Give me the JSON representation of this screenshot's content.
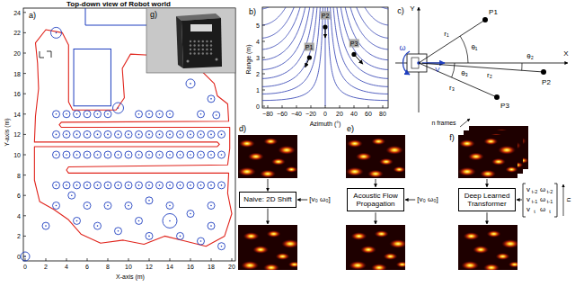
{
  "diagram": {
    "nodes": [
      {
        "text": [
          "Naive: 2D Shift"
        ]
      },
      {
        "text": [
          "Acoustic Flow Propagation"
        ]
      },
      {
        "text": [
          "Deep Learned Transformer"
        ]
      }
    ],
    "labels": [
      "Top-down view of Robot world",
      "a)",
      "g)",
      "0",
      "2",
      "4",
      "6",
      "8",
      "10",
      "12",
      "14",
      "16",
      "18",
      "20",
      "22",
      "24",
      "0",
      "2",
      "4",
      "6",
      "8",
      "10",
      "12",
      "14",
      "16",
      "18",
      "20",
      "Y-axis (m)",
      "X-axis (m)",
      "b)",
      "0",
      "1",
      "2",
      "3",
      "4",
      "5",
      "−80",
      "−60",
      "−40",
      "−20",
      "0",
      "20",
      "40",
      "60",
      "80",
      "Range (m)",
      "Azimuth (°)",
      "P1",
      "P2",
      "P3",
      "c)",
      "Y",
      "X",
      "ω",
      "V",
      "P1",
      "P2",
      "P3",
      "r₁",
      "r₂",
      "r₃",
      "θ₁",
      "θ₂",
      "θ₃",
      "d)",
      "e)",
      "f)",
      "[v₀ ω₀]",
      "[v₀ ω₀]",
      "n frames",
      "v",
      "t-2",
      "ω",
      "t-2",
      "v",
      "t-1",
      "ω",
      "t-1",
      "v",
      "t",
      "ω",
      "t",
      "n"
    ]
  }
}
